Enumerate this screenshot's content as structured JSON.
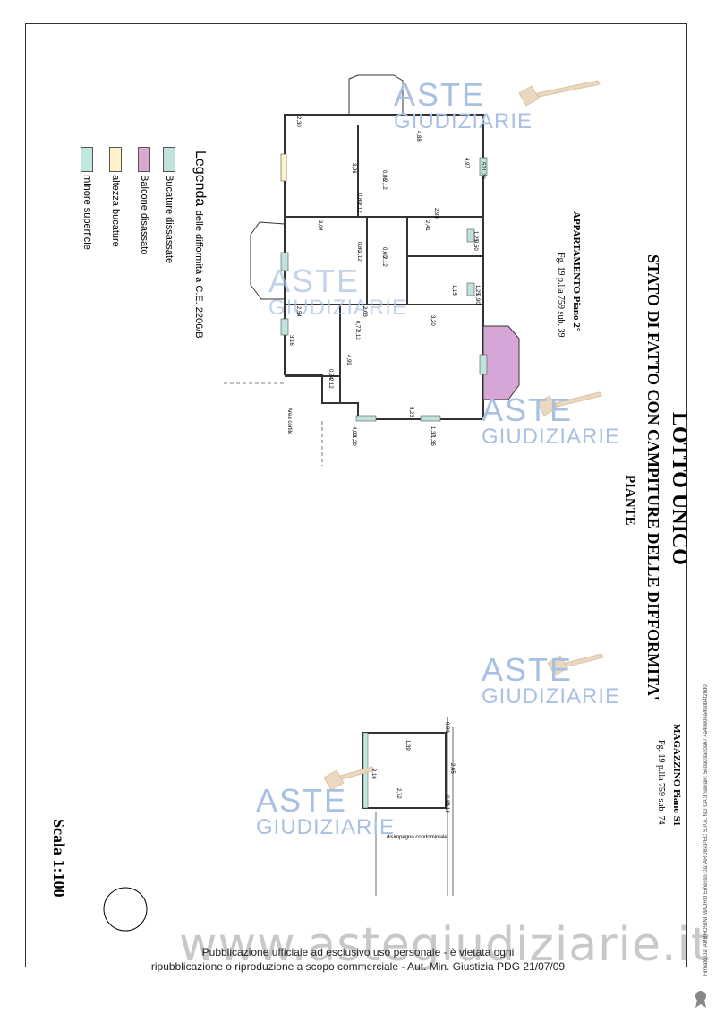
{
  "title": {
    "line1": "LOTTO UNICO",
    "line2": "STATO DI FATTO CON CAMPITURE DELLE DIFFORMITA'",
    "line3": "PIANTE"
  },
  "apartment": {
    "heading": "APPARTAMENTO Piano 2°",
    "cadastre": "Fg. 19 p.lla 759 sub. 39"
  },
  "warehouse": {
    "heading": "MAGAZZINO Piano S1",
    "cadastre": "Fg. 19 p.lla 759 sub. 74",
    "corridor": "disimpegno condominiale"
  },
  "legend": {
    "title": "Legenda",
    "subtitle": "delle difformità a C.E. 2206/B",
    "items": [
      {
        "label": "Bucature dissassate",
        "color": "#bfe3dc"
      },
      {
        "label": "Balcone disassato",
        "color": "#d9a6d6"
      },
      {
        "label": "altezza bucature",
        "color": "#fff1c9"
      },
      {
        "label": "minore superficie",
        "color": "#c2e7e0"
      }
    ]
  },
  "plan_labels": {
    "area_note": "Area cortile",
    "dims": [
      "2,30",
      "4,88",
      "3,26",
      "0,80",
      "2,12",
      "0,86",
      "2,12",
      "2,93",
      "4,97",
      "1,57",
      "1,20",
      "2,41",
      "1,25",
      "0,50",
      "3,04",
      "0,80",
      "2,12",
      "0,60",
      "2,12",
      "1,15",
      "1,25",
      "0,90",
      "2,54",
      "2,03",
      "3,20",
      "4,99",
      "0,77",
      "2,12",
      "3,16",
      "5,23",
      "0,74",
      "2,12",
      "1,37",
      "1,35",
      "4,92",
      "1,20"
    ],
    "wdims": [
      "0,80",
      "1,39",
      "2,16",
      "2,72",
      "2,65",
      "0,80",
      "2,18"
    ]
  },
  "scale": "Scala 1:100",
  "watermark": {
    "line1": "ASTE",
    "line2": "GIUDIZIARIE",
    "site": "www.astegiudiziarie.it"
  },
  "footer": {
    "line1": "Pubblicazione ufficiale ad esclusivo uso personale - è vietata ogni",
    "line2": "ripubblicazione o riproduzione a scopo commerciale - Aut. Min. Giustizia PDG 21/07/09"
  },
  "signature_note": "Firmato Da: AMBROSINI MAURO Emesso Da: ARUBAPEC S.P.A. NG CA 3 Serial#: 5e0a03ac0a67 4a40e0ea4b0b4f20d0"
}
